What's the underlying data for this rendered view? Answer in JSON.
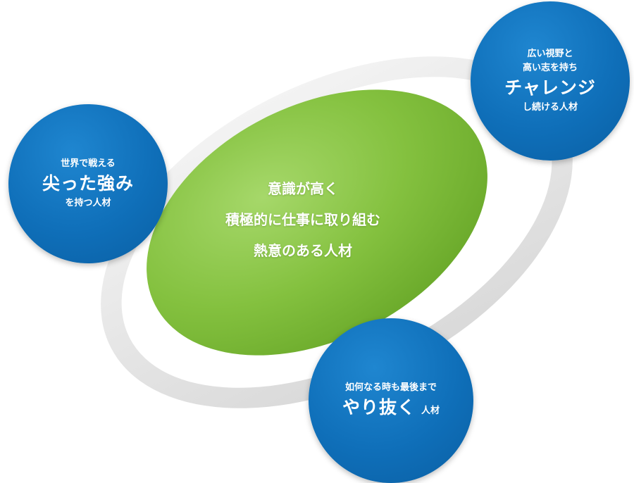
{
  "center": {
    "line1": "意識が高く",
    "line2": "積極的に仕事に取り組む",
    "line3": "熱意のある人材"
  },
  "left_circle": {
    "top": "世界で戦える",
    "main": "尖った強み",
    "bottom": "を持つ人材"
  },
  "right_circle": {
    "line1": "広い視野と",
    "line2": "高い志を持ち",
    "main": "チャレンジ",
    "bottom": "し続ける人材"
  },
  "bottom_circle": {
    "top": "如何なる時も最後まで",
    "main": "やり抜く",
    "suffix": "人材"
  },
  "colors": {
    "circle_blue": "#0f6fb9",
    "center_green": "#7fc03a",
    "ring_gray": "#e6e6e6"
  }
}
